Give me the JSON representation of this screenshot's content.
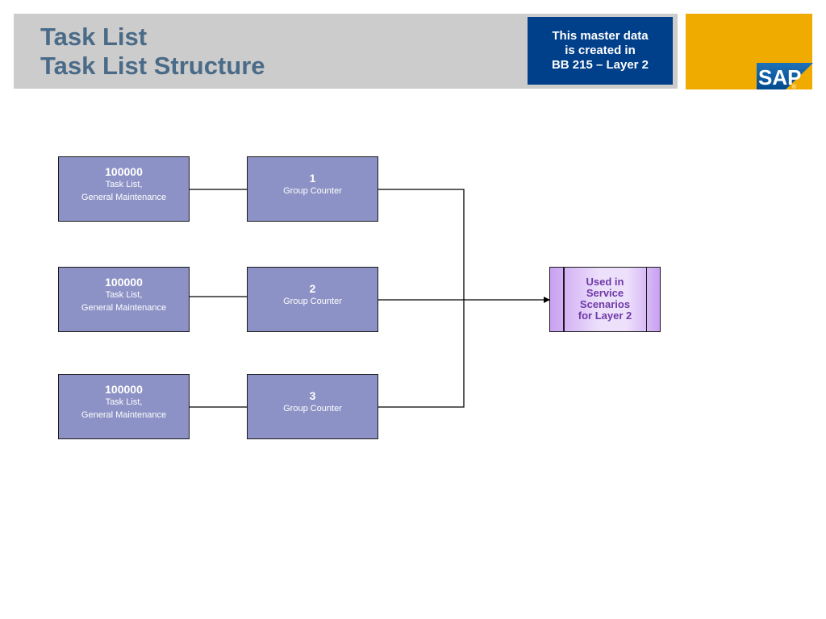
{
  "header": {
    "title_line1": "Task List",
    "title_line2": "Task List Structure",
    "note_line1": "This master data",
    "note_line2": "is created in",
    "note_line3": "BB 215 – Layer 2"
  },
  "logo": {
    "text": "SAP"
  },
  "colors": {
    "header_band": "#cccccc",
    "title": "#4a6b88",
    "note_box": "#003f8a",
    "logo_block": "#f0ab00",
    "node_fill": "#8c92c5",
    "target_fill": "#e0ccf8",
    "target_text": "#6f3aa8"
  },
  "rows": [
    {
      "task": {
        "number": "100000",
        "line1": "Task List,",
        "line2": "General Maintenance"
      },
      "counter": {
        "number": "1",
        "label": "Group Counter"
      }
    },
    {
      "task": {
        "number": "100000",
        "line1": "Task List,",
        "line2": "General Maintenance"
      },
      "counter": {
        "number": "2",
        "label": "Group Counter"
      }
    },
    {
      "task": {
        "number": "100000",
        "line1": "Task List,",
        "line2": "General Maintenance"
      },
      "counter": {
        "number": "3",
        "label": "Group Counter"
      }
    }
  ],
  "target": {
    "line1": "Used in",
    "line2": "Service",
    "line3": "Scenarios",
    "line4": "for Layer 2"
  }
}
